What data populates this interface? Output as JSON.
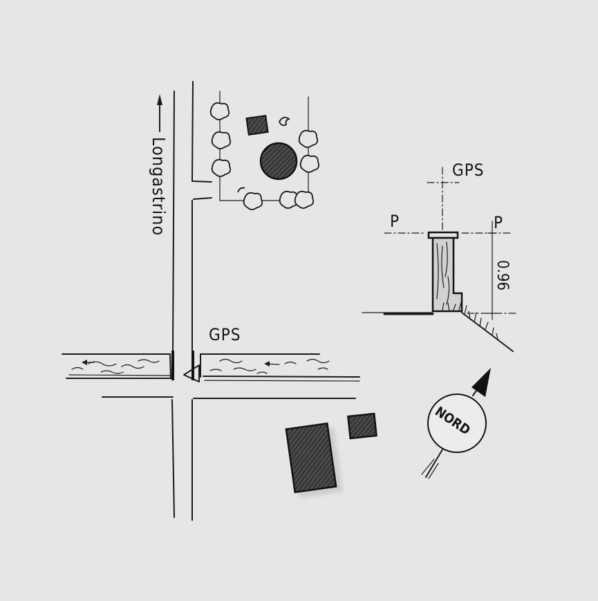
{
  "road_label": "Longastrino",
  "gps_label_map": "GPS",
  "gps_label_detail": "GPS",
  "p_label_left": "P",
  "p_label_right": "P",
  "height_label": "0.96",
  "north_label": "NORD"
}
